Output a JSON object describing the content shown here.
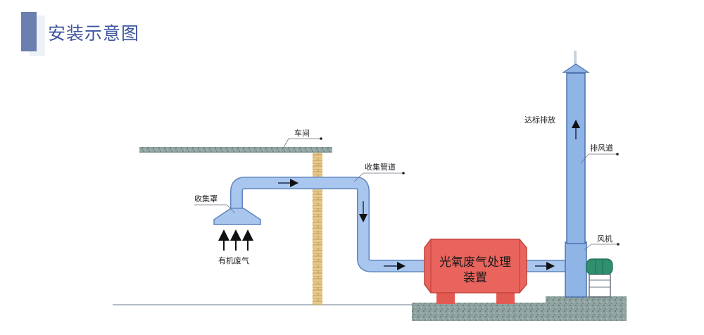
{
  "header": {
    "title": "安装示意图"
  },
  "labels": {
    "workshop": "车间",
    "hood": "收集罩",
    "organic_gas": "有机废气",
    "pipe": "收集管道",
    "device_line1": "光氧废气处理",
    "device_line2": "装置",
    "exhaust": "达标排放",
    "duct": "排风道",
    "fan": "风机"
  },
  "colors": {
    "header_accent": "#6b7fb0",
    "title": "#3e55a0",
    "pipe": "#8fb4e6",
    "device": "#e9645c",
    "column": "#e7c98a",
    "fan": "#2f8f6e"
  }
}
